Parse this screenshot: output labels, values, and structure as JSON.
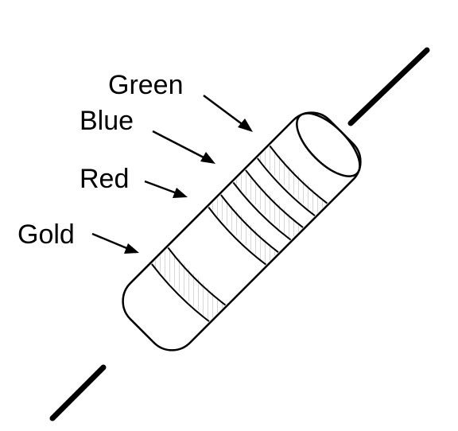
{
  "labels": {
    "green": "Green",
    "blue": "Blue",
    "red": "Red",
    "gold": "Gold"
  },
  "colors": {
    "outline": "#000000",
    "body_fill": "#ffffff",
    "lead": "#000000",
    "band_hatch": "#888888"
  }
}
